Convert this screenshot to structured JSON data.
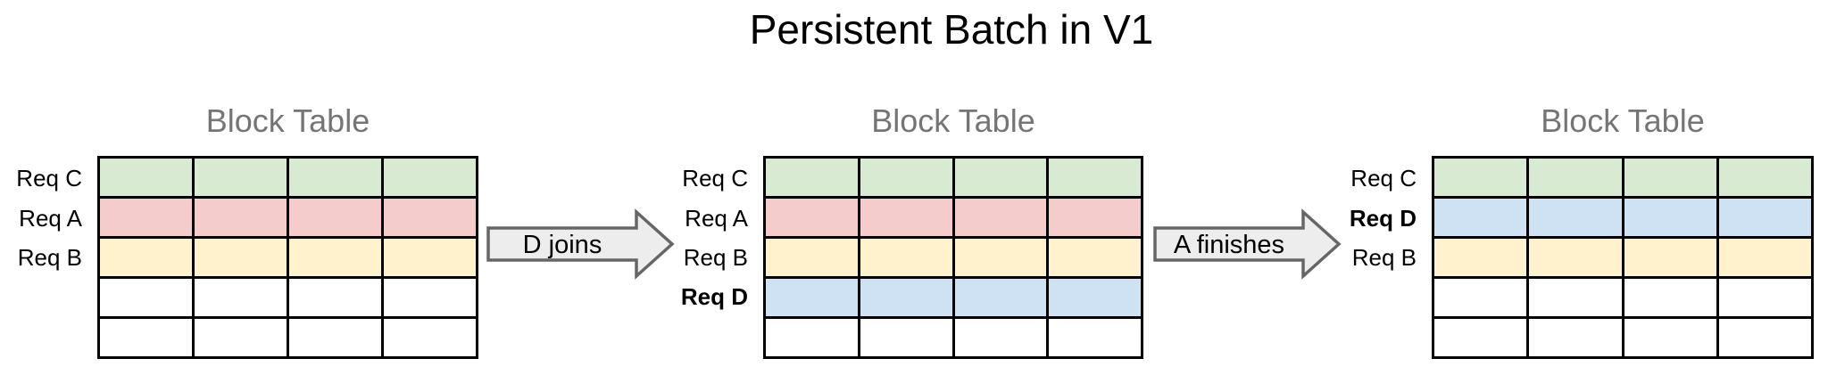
{
  "title": "Persistent Batch in V1",
  "colors": {
    "req_c_green": "#d9ead3",
    "req_a_red": "#f4cccc",
    "req_b_yellow": "#fff2cc",
    "req_d_blue": "#cfe2f3",
    "empty_white": "#ffffff",
    "table_border": "#000000",
    "subtitle_gray": "#757575",
    "arrow_fill": "#ededed",
    "arrow_border": "#666666"
  },
  "panels": [
    {
      "subtitle": "Block Table",
      "columns": 4,
      "rows": [
        {
          "label": "Req C",
          "bold": false,
          "color": "#d9ead3"
        },
        {
          "label": "Req A",
          "bold": false,
          "color": "#f4cccc"
        },
        {
          "label": "Req B",
          "bold": false,
          "color": "#fff2cc"
        },
        {
          "label": "",
          "bold": false,
          "color": "#ffffff"
        },
        {
          "label": "",
          "bold": false,
          "color": "#ffffff"
        }
      ]
    },
    {
      "subtitle": "Block Table",
      "columns": 4,
      "rows": [
        {
          "label": "Req C",
          "bold": false,
          "color": "#d9ead3"
        },
        {
          "label": "Req A",
          "bold": false,
          "color": "#f4cccc"
        },
        {
          "label": "Req B",
          "bold": false,
          "color": "#fff2cc"
        },
        {
          "label": "Req D",
          "bold": true,
          "color": "#cfe2f3"
        },
        {
          "label": "",
          "bold": false,
          "color": "#ffffff"
        }
      ]
    },
    {
      "subtitle": "Block Table",
      "columns": 4,
      "rows": [
        {
          "label": "Req C",
          "bold": false,
          "color": "#d9ead3"
        },
        {
          "label": "Req D",
          "bold": true,
          "color": "#cfe2f3"
        },
        {
          "label": "Req B",
          "bold": false,
          "color": "#fff2cc"
        },
        {
          "label": "",
          "bold": false,
          "color": "#ffffff"
        },
        {
          "label": "",
          "bold": false,
          "color": "#ffffff"
        }
      ]
    }
  ],
  "arrows": [
    {
      "label": "D joins"
    },
    {
      "label": "A finishes"
    }
  ]
}
